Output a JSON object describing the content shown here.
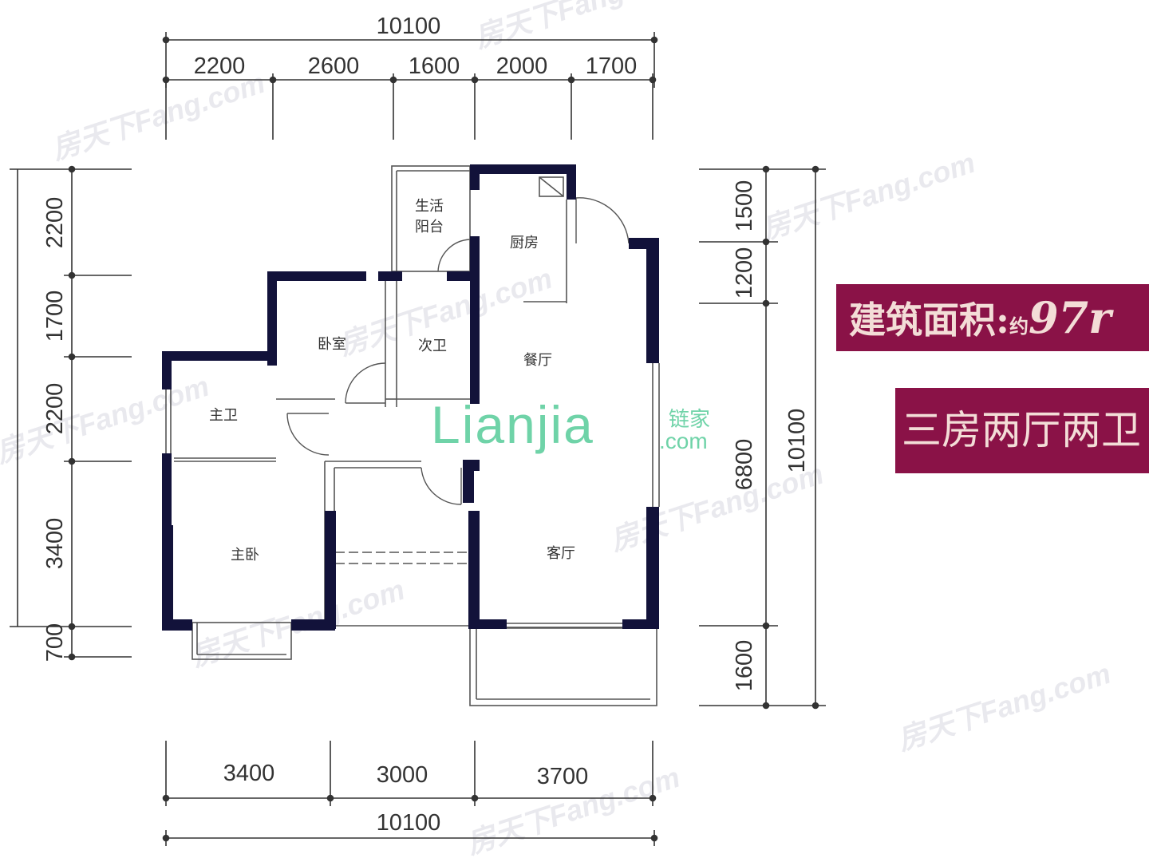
{
  "dimensions": {
    "top_total": "10100",
    "top_segments": [
      "2200",
      "2600",
      "1600",
      "2000",
      "1700"
    ],
    "bottom_total": "10100",
    "bottom_segments": [
      "3400",
      "3000",
      "3700"
    ],
    "left_segments": [
      "2200",
      "1700",
      "2200",
      "3400",
      "700"
    ],
    "right_segments": [
      "1500",
      "1200",
      "6800",
      "1600"
    ],
    "right_total": "10100"
  },
  "rooms": {
    "balcony_line1": "生活",
    "balcony_line2": "阳台",
    "kitchen": "厨房",
    "bedroom": "卧室",
    "second_bath": "次卫",
    "dining": "餐厅",
    "master_bath": "主卫",
    "master_bedroom": "主卧",
    "living": "客厅"
  },
  "banners": {
    "area_label": "建筑面积:",
    "area_prefix": "约",
    "area_value": "97r",
    "layout": "三房两厅两卫"
  },
  "logo": {
    "main": "Lianjia",
    "cn": "链家",
    "domain": ".com"
  },
  "watermark": "房天下Fang.com",
  "colors": {
    "wall": "#12123a",
    "banner": "#8a1247",
    "logo": "#6fd3a8"
  }
}
